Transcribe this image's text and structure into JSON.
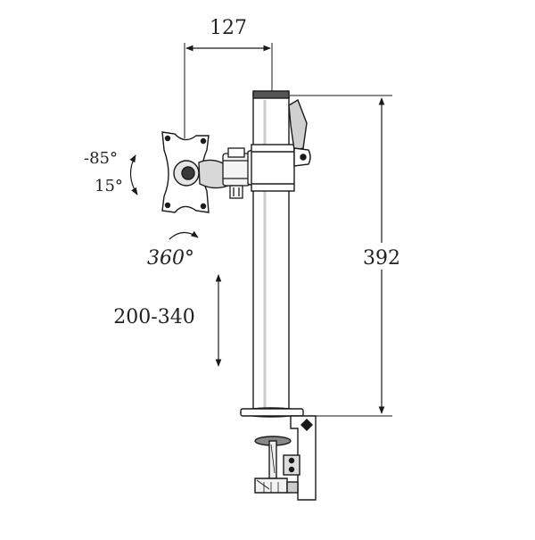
{
  "dimensions": {
    "arm_reach": "127",
    "pole_height": "392",
    "height_range": "200-340"
  },
  "rotation": {
    "tilt_up": "-85°",
    "tilt_down": "15°",
    "swivel": "360°"
  },
  "colors": {
    "line": "#1a1a1a",
    "background": "#ffffff"
  }
}
